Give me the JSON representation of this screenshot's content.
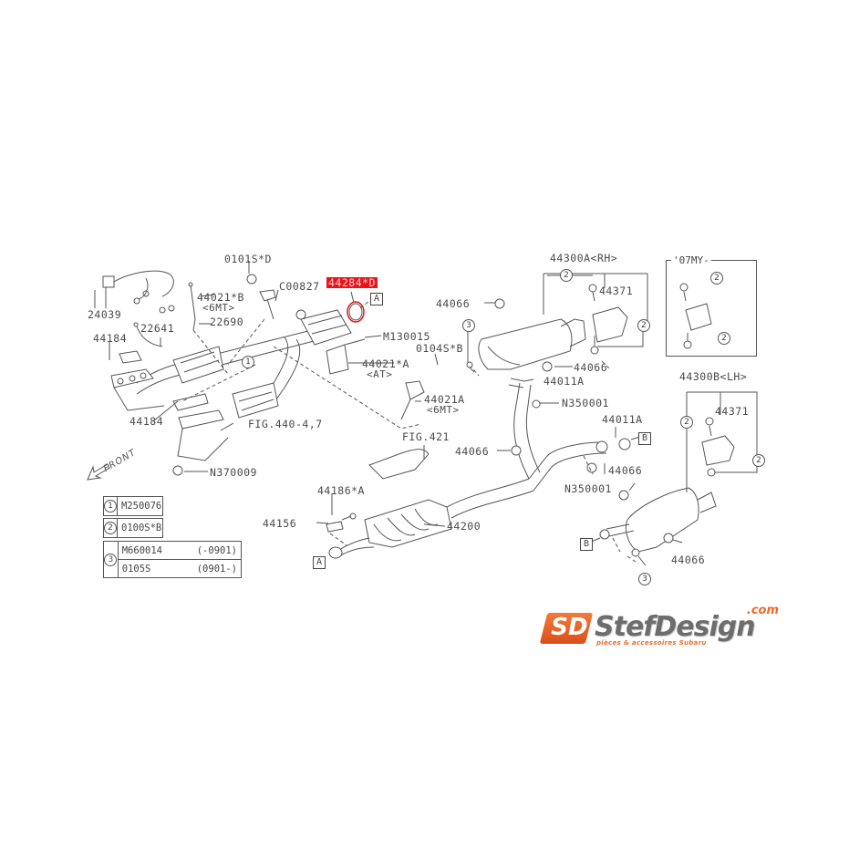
{
  "diagram": {
    "title": "Subaru exhaust system parts diagram",
    "highlighted_part": {
      "label": "44284*D",
      "color": "#e8141b"
    },
    "labels": {
      "p0101sd": "0101S*D",
      "c00827": "C00827",
      "p44284d": "44284*D",
      "p24039": "24039",
      "p44021b": "44021*B",
      "p44021b_sub": "<6MT>",
      "p22690": "22690",
      "p22641": "22641",
      "p44184_top": "44184",
      "p44184_bottom": "44184",
      "m130015": "M130015",
      "p0104sb": "0104S*B",
      "p44021a_at": "44021*A",
      "p44021a_at_sub": "<AT>",
      "p44021a_6mt": "44021A",
      "p44021a_6mt_sub": "<6MT>",
      "fig440": "FIG.440-4,7",
      "n370009": "N370009",
      "fig421": "FIG.421",
      "p44186a": "44186*A",
      "p44156": "44156",
      "p44200": "44200",
      "p44066_a": "44066",
      "p44066_b": "44066",
      "p44066_c": "44066",
      "p44066_d": "44066",
      "p44066_e": "44066",
      "p44011a_a": "44011A",
      "p44011a_b": "44011A",
      "n350001_a": "N350001",
      "n350001_b": "N350001",
      "p44300a": "44300A<RH>",
      "p44371_a": "44371",
      "p44300b": "44300B<LH>",
      "p44371_b": "44371",
      "inset_07my": "'07MY-",
      "front": "FRONT"
    },
    "refs": {
      "A": "A",
      "B": "B",
      "c1": "1",
      "c2": "2",
      "c3": "3"
    },
    "legend": {
      "row1": {
        "num": "1",
        "value": "M250076"
      },
      "row2": {
        "num": "2",
        "value": "0100S*B"
      },
      "row3": {
        "num": "3",
        "lines": [
          {
            "part": "M660014",
            "range": "(-0901)"
          },
          {
            "part": "0105S",
            "range": "(0901-)"
          }
        ]
      }
    }
  },
  "logo": {
    "mark": "SD",
    "name": "StefDesign",
    "domain": ".com",
    "tagline": "pièces & accessoires Subaru",
    "accent": "#ef6a2a",
    "gray": "#6d6d6d"
  }
}
